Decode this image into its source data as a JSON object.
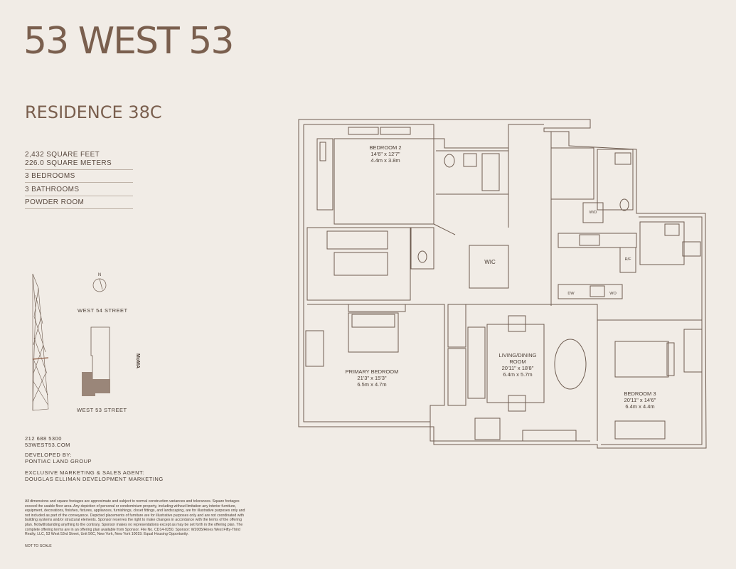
{
  "brand": "53 WEST 53",
  "residence": "RESIDENCE 38C",
  "specs": {
    "sq_feet": "2,432 SQUARE FEET",
    "sq_meters": "226.0 SQUARE METERS",
    "bedrooms": "3 BEDROOMS",
    "bathrooms": "3 BATHROOMS",
    "powder": "POWDER ROOM"
  },
  "map": {
    "north": "N",
    "street_top": "WEST 54 STREET",
    "street_bottom": "WEST 53 STREET",
    "moma": "MoMA"
  },
  "contact": {
    "phone": "212 688 5300",
    "web": "53WEST53.COM",
    "developed_label": "DEVELOPED BY:",
    "developer": "PONTIAC LAND GROUP",
    "agent_label": "EXCLUSIVE MARKETING & SALES AGENT:",
    "agent": "DOUGLAS ELLIMAN DEVELOPMENT MARKETING"
  },
  "disclaimer": "All dimensions and square footages are approximate and subject to normal construction variances and tolerances. Square footages exceed the usable floor area. Any depiction of personal or condominium property, including without limitation any interior furniture, equipment, decorations, finishes, fixtures, appliances, furnishings, closet fittings, and landscaping, are for illustrative purposes only and not included as part of the conveyance. Depicted placements of furniture are for illustrative purposes only and are not coordinated with building systems and/or structural elements. Sponsor reserves the right to make changes in accordance with the terms of the offering plan. Notwithstanding anything to the contrary, Sponsor makes no representations except as may be set forth in the offering plan. The complete offering terms are in an offering plan available from Sponsor. File No. CD14-0250. Sponsor: W2005/Hines West Fifty-Third Realty, LLC, 53 West 53rd Street, Unit 56C, New York, New York 10019. Equal Housing Opportunity.",
  "not_to_scale": "NOT TO SCALE",
  "rooms": {
    "bedroom2": {
      "name": "BEDROOM 2",
      "ft": "14'6\" x 12'7\"",
      "m": "4.4m x 3.8m"
    },
    "wic": {
      "name": "WIC"
    },
    "living": {
      "name1": "LIVING/DINING",
      "name2": "ROOM",
      "ft": "20'11\" x 18'8\"",
      "m": "6.4m x 5.7m"
    },
    "primary": {
      "name": "PRIMARY BEDROOM",
      "ft": "21'3\" x 15'3\"",
      "m": "6.5m x 4.7m"
    },
    "bedroom3": {
      "name": "BEDROOM 3",
      "ft": "20'11\" x 14'6\"",
      "m": "6.4m x 4.4m"
    },
    "wd": "W/D",
    "rf": "R/F",
    "dw": "DW",
    "wo": "WO"
  }
}
